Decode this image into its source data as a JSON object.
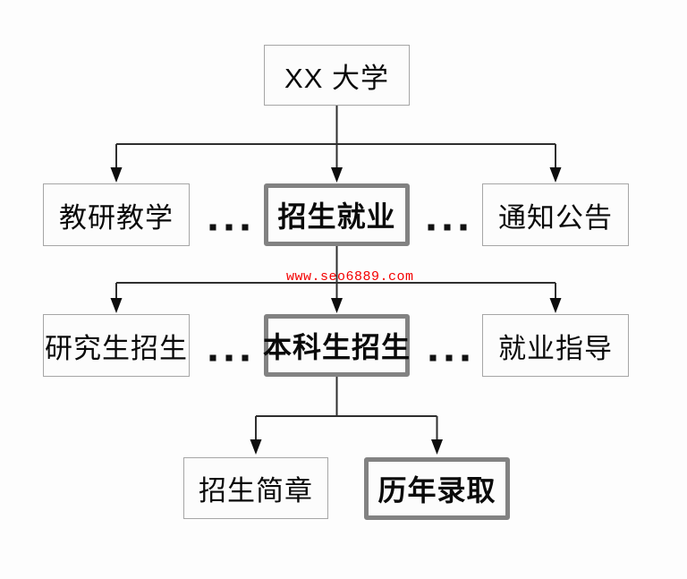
{
  "diagram": {
    "description": "University website structure flowchart",
    "root": {
      "label": "XX 大学",
      "highlighted": false
    },
    "level2": [
      {
        "label": "教研教学",
        "highlighted": false
      },
      {
        "label": "招生就业",
        "highlighted": true
      },
      {
        "label": "通知公告",
        "highlighted": false
      }
    ],
    "level3": [
      {
        "label": "研究生招生",
        "highlighted": false
      },
      {
        "label": "本科生招生",
        "highlighted": true
      },
      {
        "label": "就业指导",
        "highlighted": false
      }
    ],
    "level4": [
      {
        "label": "招生简章",
        "highlighted": false
      },
      {
        "label": "历年录取",
        "highlighted": true
      }
    ],
    "ellipsis": "...",
    "watermark": {
      "text": "www.seo6889.com",
      "color": "#f40000"
    },
    "colors": {
      "line": "#2f2f2f",
      "arrow": "#0d0d0d",
      "box_border": "#a6a6a6",
      "highlight_border": "#828282",
      "box_fill": "#fcfcfc",
      "text": "#0a0a0a"
    }
  }
}
